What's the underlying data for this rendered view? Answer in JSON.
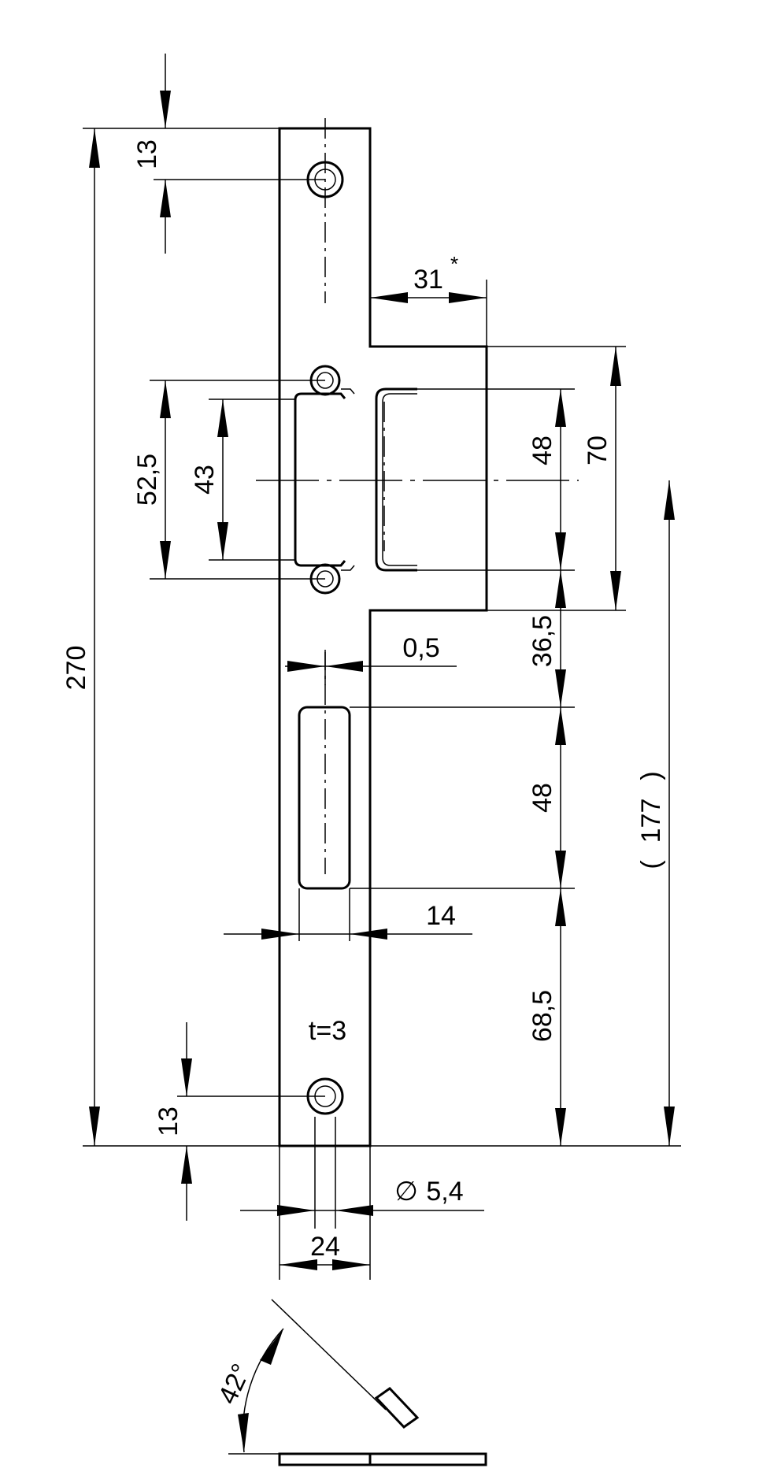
{
  "dimensions": {
    "total_length": "270",
    "top_hole_offset": "13",
    "bottom_hole_offset": "13",
    "strike_width_extra": "31",
    "strike_width_extra_mark": "*",
    "outer_hole_spacing": "52,5",
    "inner_opening": "43",
    "opening_height": "48",
    "tongue_height": "70",
    "gap_below_tongue": "36,5",
    "slot_offset": "0,5",
    "slot_height": "48",
    "reference_length": "177",
    "slot_width": "14",
    "bottom_distance": "68,5",
    "thickness": "t=3",
    "hole_diameter": "5,4",
    "plate_width": "24",
    "angle": "42°"
  },
  "symbols": {
    "diameter": "∅",
    "paren_open": "(",
    "paren_close": ")"
  }
}
